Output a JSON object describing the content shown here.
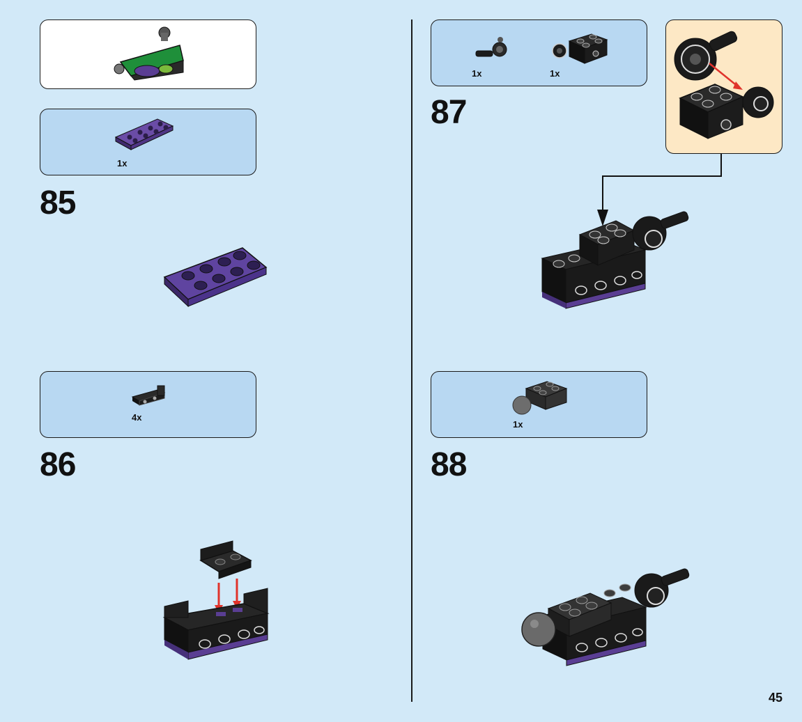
{
  "page_number": "45",
  "steps": [
    {
      "number": "85",
      "parts": [
        {
          "qty": "1x",
          "part": "purple-plate-2x4"
        }
      ]
    },
    {
      "number": "86",
      "parts": [
        {
          "qty": "4x",
          "part": "black-bracket-1x2"
        }
      ]
    },
    {
      "number": "87",
      "parts": [
        {
          "qty": "1x",
          "part": "black-ball-joint"
        },
        {
          "qty": "1x",
          "part": "black-brick-2x2-with-socket"
        }
      ]
    },
    {
      "number": "88",
      "parts": [
        {
          "qty": "1x",
          "part": "black-brick-2x2-with-gray-ball"
        }
      ]
    }
  ],
  "colors": {
    "background": "#d2e9f8",
    "parts_panel": "#b8d8f2",
    "callout_panel": "#fde8c5",
    "arrow": "#e0332b",
    "purple": "#5a3e93",
    "black_brick": "#1c1c1c",
    "green": "#1f8f3a"
  }
}
